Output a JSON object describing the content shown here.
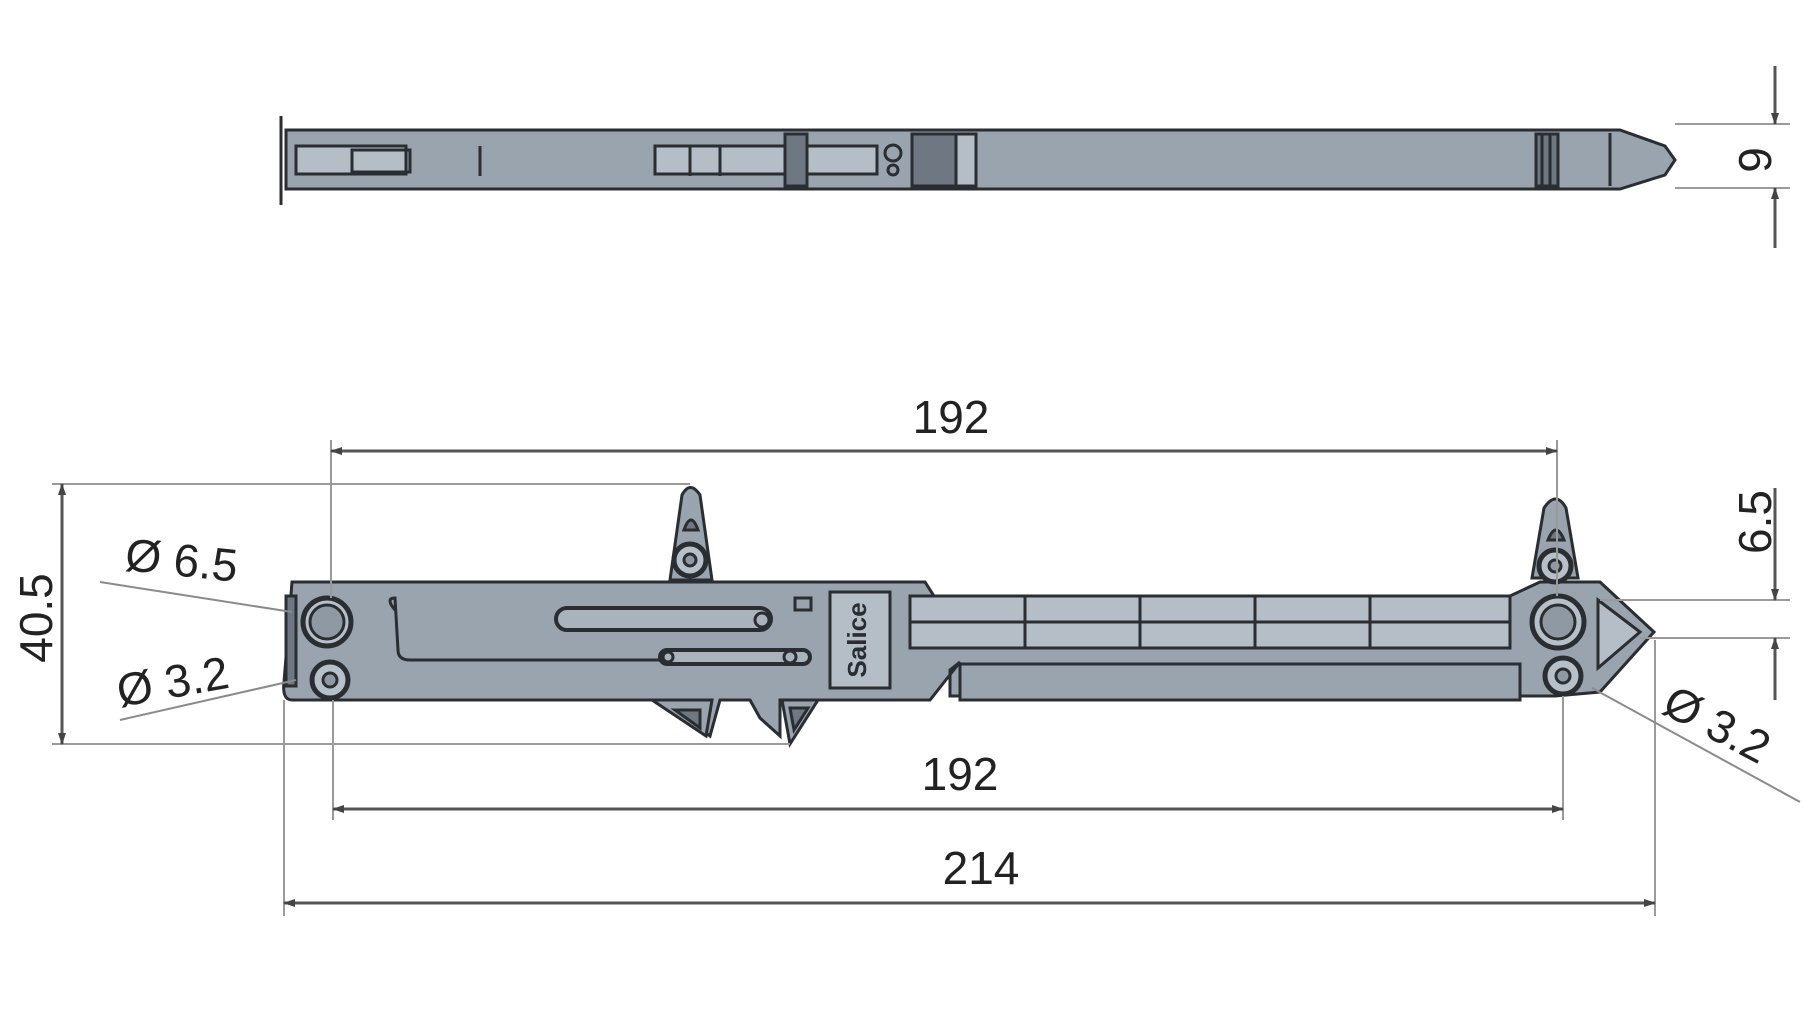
{
  "dimensions": {
    "top_view_thickness": "9",
    "pivot_center_distance_top": "192",
    "pivot_center_distance_bottom": "192",
    "overall_length": "214",
    "overall_height": "40.5",
    "tip_offset": "6.5",
    "hole_diameter_large": "Ø 6.5",
    "hole_diameter_small_left": "Ø 3.2",
    "hole_diameter_small_right": "Ø 3.2"
  },
  "logo_text": "Salice",
  "colors": {
    "part": "#9aa4ae",
    "outline": "#2a2d31",
    "dimension_line": "#555555",
    "extension_line": "#9a9a9a"
  }
}
